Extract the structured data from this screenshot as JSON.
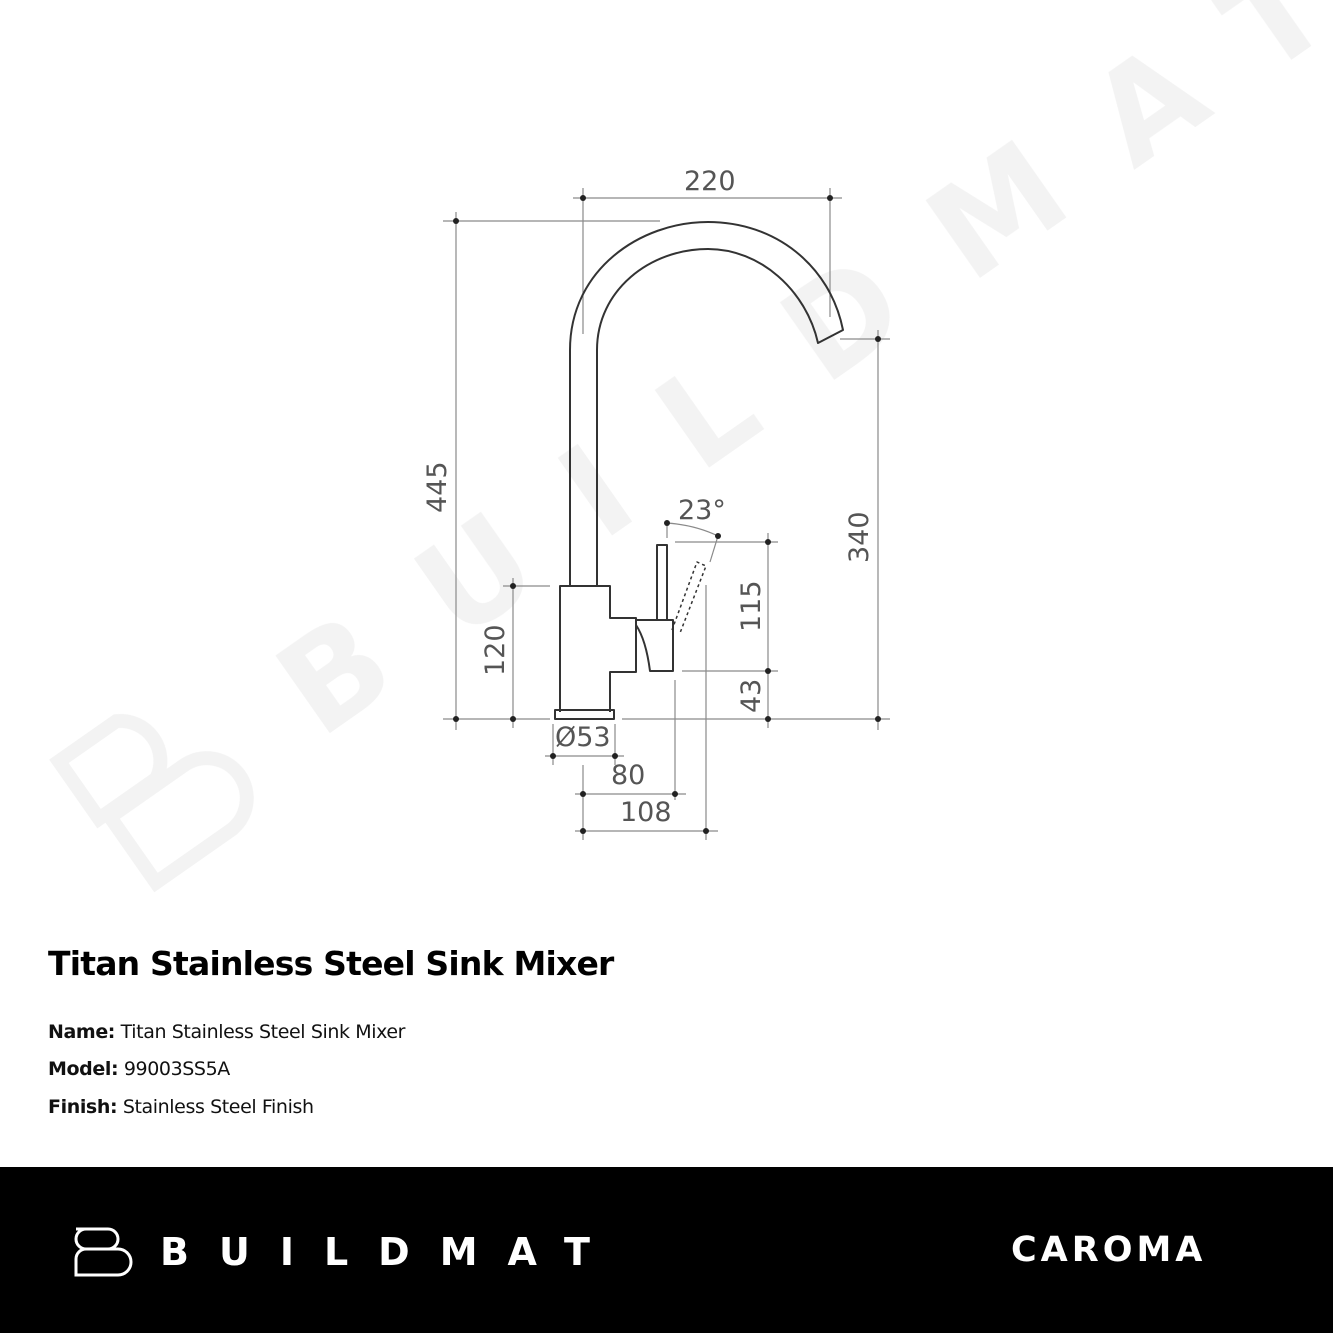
{
  "drawing": {
    "dimensions": {
      "spout_reach": "220",
      "overall_height": "445",
      "spout_outlet_height": "340",
      "body_height": "120",
      "lever_angle": "23°",
      "lever_height": "115",
      "lever_base_height": "43",
      "base_diameter": "Ø53",
      "lever_offset": "80",
      "lever_reach": "108"
    },
    "watermark": "BUILDMAT",
    "line_color": "#333333",
    "dim_color": "#888888"
  },
  "product": {
    "title": "Titan Stainless Steel Sink Mixer",
    "specs": [
      {
        "label": "Name:",
        "value": "Titan Stainless Steel Sink Mixer"
      },
      {
        "label": "Model:",
        "value": "99003SS5A"
      },
      {
        "label": "Finish:",
        "value": "Stainless Steel Finish"
      }
    ]
  },
  "footer": {
    "background": "#000000",
    "left_brand": "BUILDMAT",
    "right_brand": "CAROMA"
  }
}
